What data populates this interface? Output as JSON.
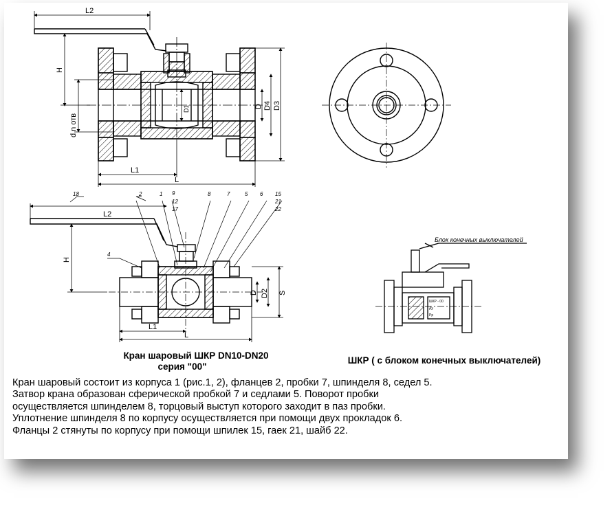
{
  "dims_top": {
    "L2": "L2",
    "H": "H",
    "dn": "d n отв",
    "L1": "L1",
    "L": "L",
    "D1": "D1",
    "D": "D",
    "D4": "D4",
    "D3": "D3"
  },
  "dims_bottom": {
    "L2": "L2",
    "H": "H",
    "D": "D",
    "D2": "D2",
    "S": "S",
    "L1": "L1",
    "L": "L"
  },
  "callouts": [
    "18",
    "2",
    "1",
    "9",
    "12",
    "17",
    "8",
    "7",
    "5",
    "6",
    "15",
    "21",
    "22",
    "4"
  ],
  "nameplate": {
    "l1": "ШКР - 00",
    "l2": "Ду",
    "l3": "Рр"
  },
  "switch_label": "Блок конечных выключателей",
  "captions": {
    "main_line1": "Кран шаровый ШКР DN10-DN20",
    "main_line2": "серия \"00\"",
    "switch": "ШКР ( с блоком конечных выключателей)"
  },
  "description": [
    "Кран шаровый состоит из корпуса 1 (рис.1, 2), фланцев 2, пробки 7, шпинделя 8,  седел 5.",
    "Затвор крана образован сферической пробкой 7 и седлами 5. Поворот пробки",
    "осуществляется шпинделем 8, торцовый выступ которого заходит в паз пробки.",
    "Уплотнение шпинделя 8 по корпусу осуществляется при помощи двух прокладок 6.",
    "Фланцы 2 стянуты по  корпусу при помощи шпилек 15,  гаек 21, шайб 22."
  ],
  "colors": {
    "line": "#000000",
    "hatch": "#000000",
    "shadow": "#777777"
  }
}
